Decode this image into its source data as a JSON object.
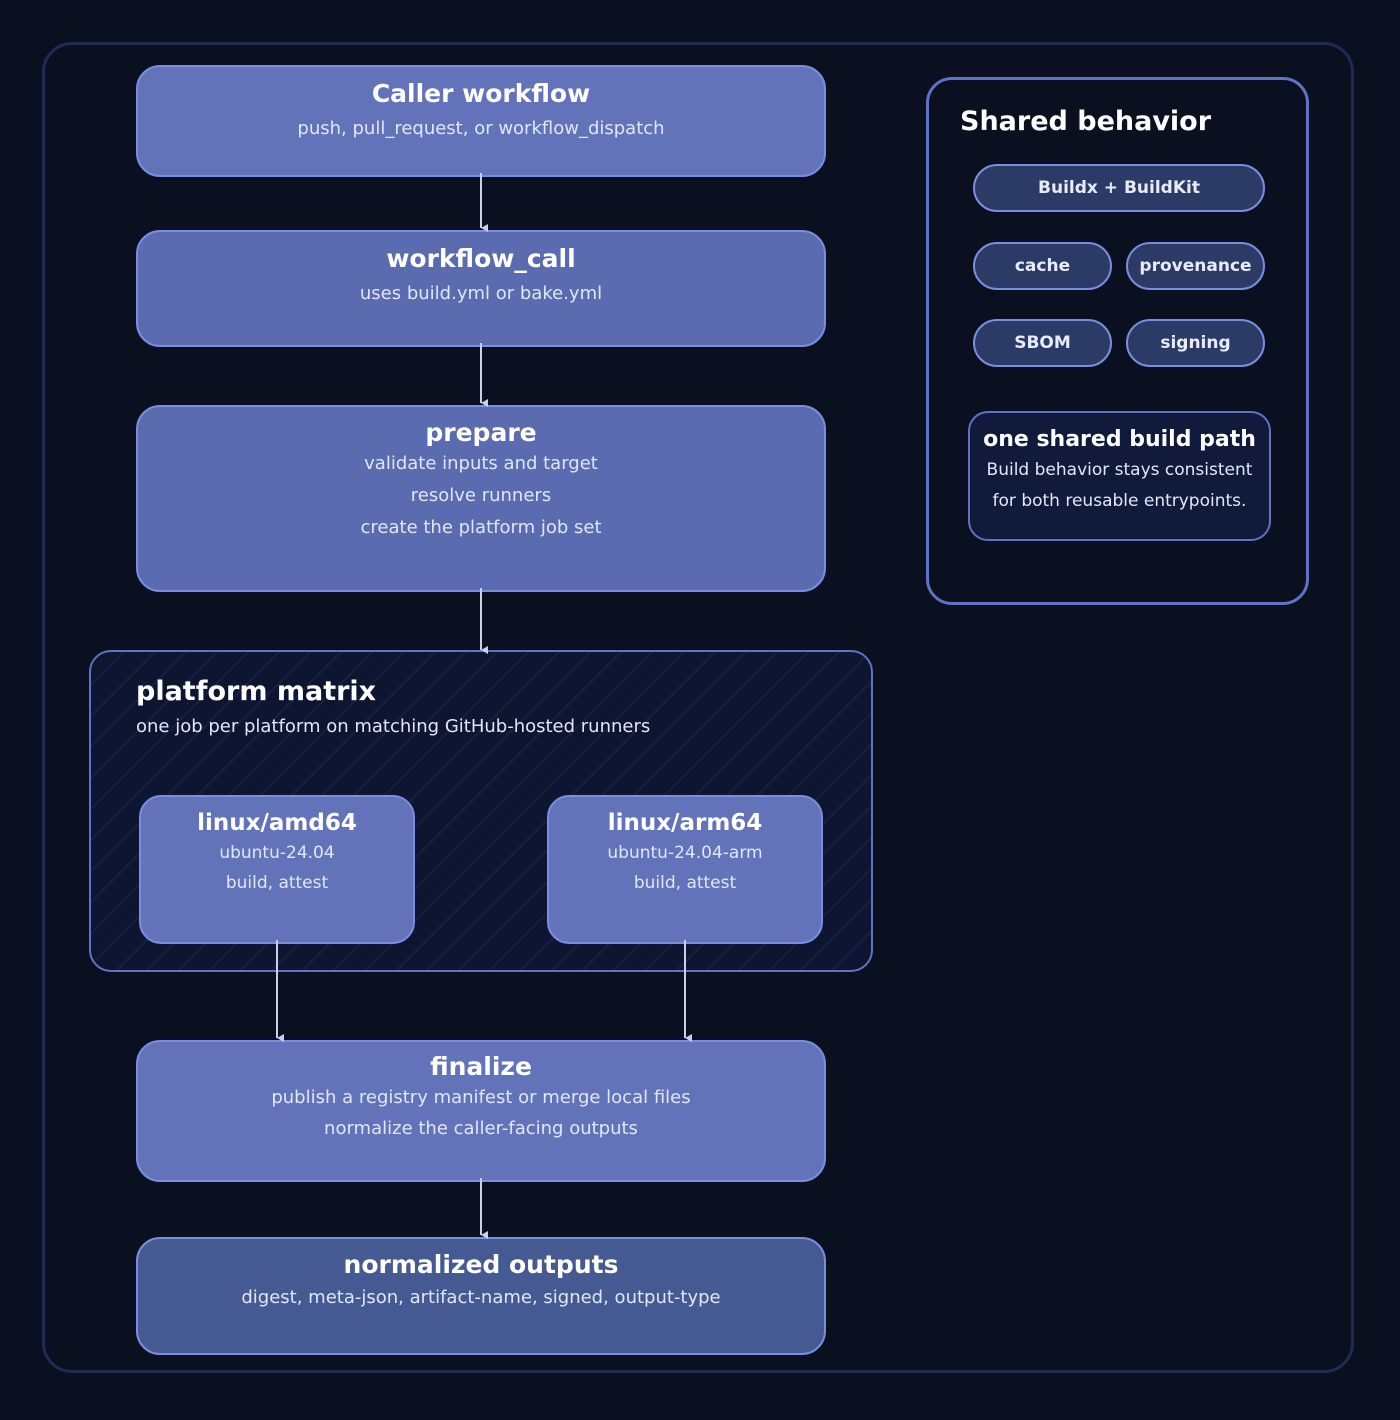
{
  "caller": {
    "title": "Caller workflow",
    "sub": "push, pull_request, or workflow_dispatch"
  },
  "wfcall": {
    "title": "workflow_call",
    "sub": "uses build.yml or bake.yml"
  },
  "prepare": {
    "title": "prepare",
    "lines": [
      "validate inputs and target",
      "resolve runners",
      "create the platform job set"
    ]
  },
  "matrix": {
    "title": "platform matrix",
    "sub": "one job per platform on matching GitHub-hosted runners",
    "platforms": [
      {
        "title": "linux/amd64",
        "runner": "ubuntu-24.04",
        "steps": "build, attest"
      },
      {
        "title": "linux/arm64",
        "runner": "ubuntu-24.04-arm",
        "steps": "build, attest"
      }
    ]
  },
  "finalize": {
    "title": "finalize",
    "lines": [
      "publish a registry manifest or merge local files",
      "normalize the caller-facing outputs"
    ]
  },
  "outputs": {
    "title": "normalized outputs",
    "sub": "digest, meta-json, artifact-name, signed, output-type"
  },
  "shared": {
    "title": "Shared behavior",
    "pills": [
      "Buildx + BuildKit",
      "cache",
      "provenance",
      "SBOM",
      "signing"
    ],
    "note": {
      "title": "one shared build path",
      "lines": [
        "Build behavior stays consistent",
        "for both reusable entrypoints."
      ]
    }
  },
  "colors": {
    "background": "#0a1020",
    "node": "#6373ba",
    "node_alt": "#5a6baf",
    "outputs": "#455a92",
    "border": "#7b8de0",
    "arrow": "#c9d0ee"
  }
}
